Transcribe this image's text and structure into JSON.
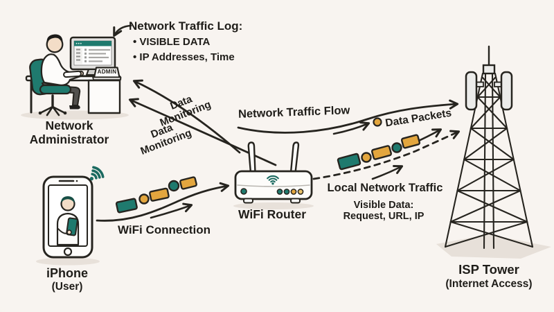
{
  "colors": {
    "teal": "#1f7a6e",
    "yellow": "#e3a63e",
    "outline": "#26241f",
    "text": "#1f1d19",
    "background": "#f8f4f0"
  },
  "admin": {
    "label": "Network Administrator",
    "badge": "ADMIN"
  },
  "traffic_log": {
    "title": "Network Traffic Log:",
    "items": [
      "• VISIBLE DATA",
      "• IP Addresses, Time"
    ]
  },
  "monitoring": {
    "upper": "Data Monitoring",
    "lower": "Data Monitoring"
  },
  "flow": {
    "traffic_flow": "Network Traffic Flow",
    "data_packets": "Data Packets",
    "wifi_connection": "WiFi Connection"
  },
  "local": {
    "title": "Local Network Traffic",
    "visible1": "Visible Data:",
    "visible2": "Request, URL, IP"
  },
  "devices": {
    "router": "WiFi Router",
    "phone": "iPhone",
    "phone_sub": "(User)",
    "tower": "ISP Tower",
    "tower_sub": "(Internet Access)"
  }
}
